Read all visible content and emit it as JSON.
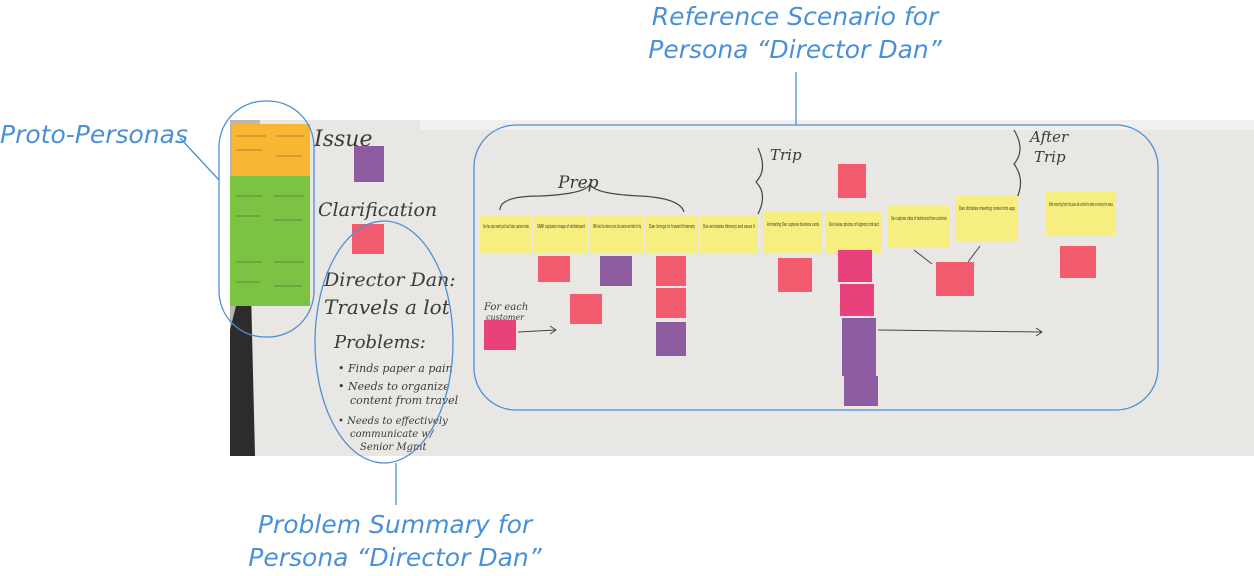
{
  "callouts": {
    "reference": {
      "line1": "Reference Scenario for",
      "line2": "Persona “Director Dan”"
    },
    "proto": {
      "label": "Proto-Personas"
    },
    "problem": {
      "line1": "Problem Summary for",
      "line2": "Persona “Director Dan”"
    }
  },
  "whiteboard": {
    "issue_label": "Issue",
    "clarification_label": "Clarification",
    "persona_name": "Director Dan:",
    "persona_trait": "Travels a lot",
    "problems_heading": "Problems:",
    "problems": [
      "• Finds paper a pain",
      "• Needs to organize",
      "content from travel",
      "• Needs to effectively",
      "communicate w/",
      "Senior Mgmt"
    ],
    "phases": {
      "prep": "Prep",
      "trip": "Trip",
      "after": "After",
      "after2": "Trip"
    },
    "for_each": "For each",
    "customer": "customer"
  },
  "scenario_steps": [
    "Dan has prep meeting w/ local Sales, captures notes",
    "SNAP captures image of whiteboard",
    "SNAP asks Dan where to store. Dan creates new folder for trip",
    "Dan brings in travel itinerary",
    "Dan annotates itinerary and saves it",
    "At meeting Dan captures business cards",
    "Dan takes photos of signed contract",
    "Dan captures video of testimonial from customer",
    "Dan dictates meeting notes into app",
    "After returning from trip uses all content to write summary for execs"
  ],
  "sticky_colors": {
    "yellow": "#f6ee7e",
    "pink": "#f25c6e",
    "magenta": "#e8417c",
    "purple": "#8e5aa0",
    "orange": "#f7b733",
    "green": "#7cc243",
    "accent": "#4a90d9"
  }
}
